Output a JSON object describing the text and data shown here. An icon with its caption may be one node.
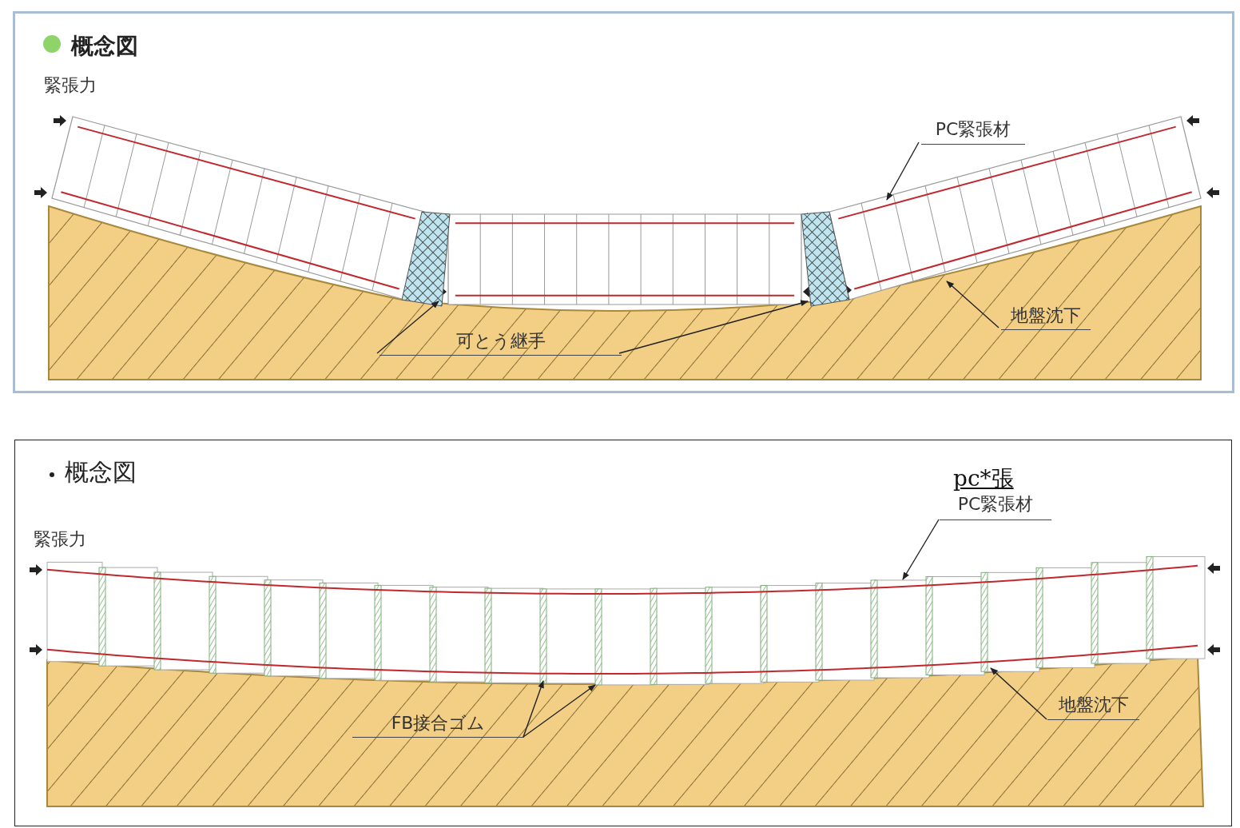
{
  "diagram": {
    "nodes": [
      {
        "text": [
          "概念図"
        ]
      },
      {
        "text": [
          "PC緊張材"
        ],
        "in": 0
      },
      {
        "text": [
          "地盤沈下"
        ],
        "in": 0
      },
      {
        "text": [
          "可とう継手"
        ],
        "in": 0
      },
      {
        "text": [],
        "shape": "box",
        "in": 0
      },
      {
        "text": [],
        "shape": "box",
        "in": 0
      },
      {
        "text": [
          "概念図"
        ]
      },
      {
        "text": [
          "PC緊張材"
        ],
        "in": 6
      },
      {
        "text": [
          "地盤沈下"
        ],
        "in": 6
      },
      {
        "text": [
          "FB接合ゴム"
        ],
        "in": 6
      }
    ],
    "edges": [
      {
        "from": 1,
        "to": null,
        "arrow": "to"
      },
      {
        "from": 2,
        "to": null,
        "arrow": "to"
      },
      {
        "from": 3,
        "to": 4,
        "arrow": "to"
      },
      {
        "from": 3,
        "to": 5,
        "arrow": "to"
      },
      {
        "from": 7,
        "to": null,
        "arrow": "to"
      },
      {
        "from": 8,
        "to": null,
        "arrow": "to"
      },
      {
        "from": 9,
        "to": null,
        "arrow": "to"
      },
      {
        "from": 9,
        "to": null,
        "arrow": "to"
      }
    ],
    "labels": [
      "緊張力",
      "pc*張",
      "緊張力"
    ]
  }
}
